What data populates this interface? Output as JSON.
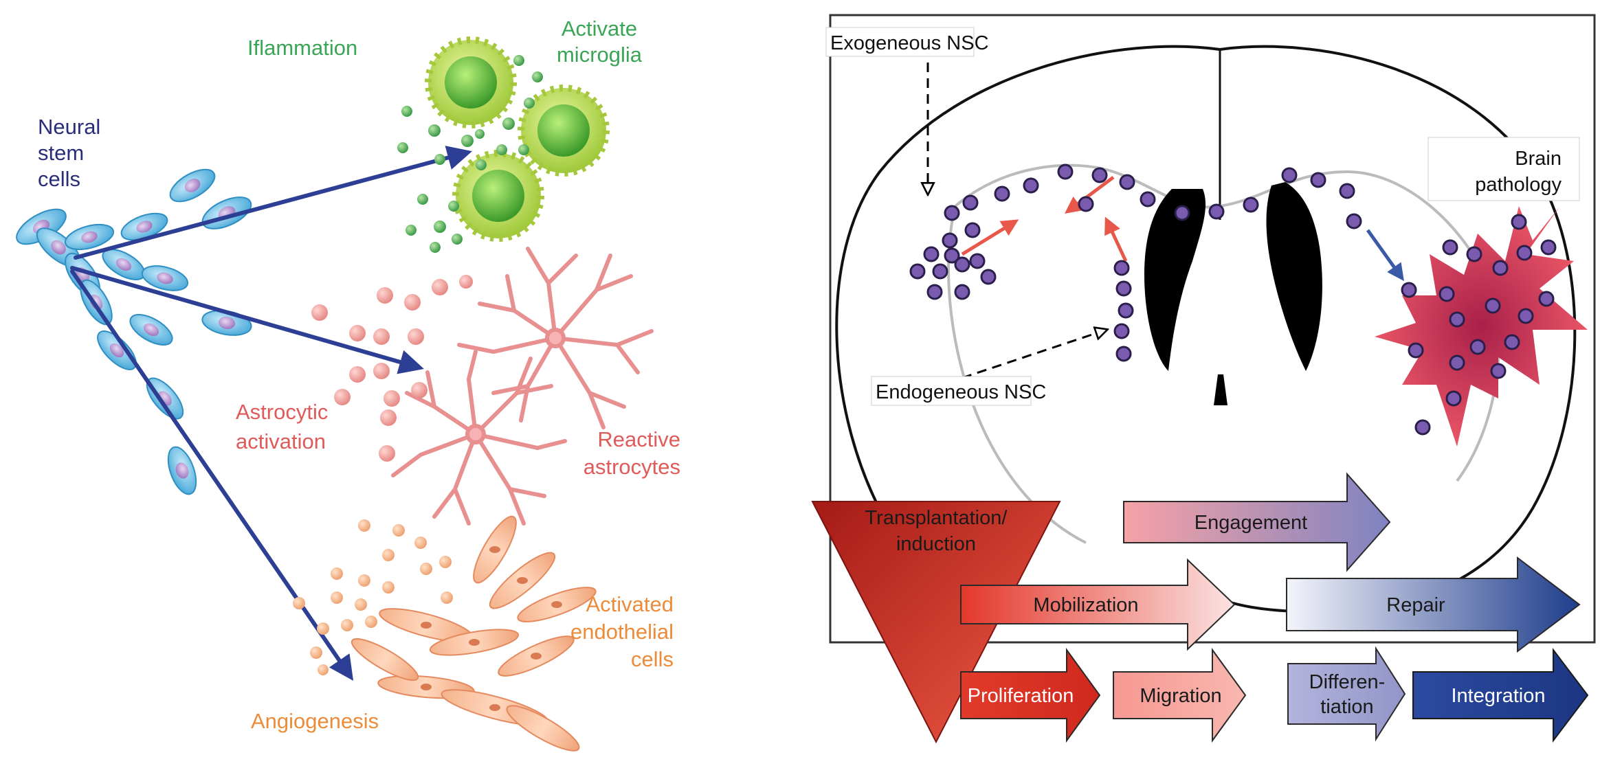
{
  "left_panel": {
    "labels": {
      "inflammation": "Iflammation",
      "activate_microglia": [
        "Activate",
        "microglia"
      ],
      "neural_stem_cells": [
        "Neural",
        "stem",
        "cells"
      ],
      "astrocytic_activation": [
        "Astrocytic",
        "activation"
      ],
      "reactive_astrocytes": [
        "Reactive",
        "astrocytes"
      ],
      "activated_endothelial": [
        "Activated",
        "endothelial",
        "cells"
      ],
      "angiogenesis": "Angiogenesis"
    },
    "colors": {
      "green": "#3aa655",
      "navy": "#2a2e7a",
      "red": "#e05a5a",
      "orange": "#ec8c3a",
      "arrow": "#2c3f94",
      "cell_blue": "#5fb6e3"
    }
  },
  "right_panel": {
    "labels": {
      "exogeneous_nsc": "Exogeneous NSC",
      "endogeneous_nsc": "Endogeneous NSC",
      "brain_pathology": [
        "Brain",
        "pathology"
      ]
    },
    "steps": {
      "transplantation": [
        "Transplantation/",
        "induction"
      ],
      "engagement": "Engagement",
      "mobilization": "Mobilization",
      "repair": "Repair",
      "proliferation": "Proliferation",
      "migration": "Migration",
      "differentiation": [
        "Differen-",
        "tiation"
      ],
      "integration": "Integration"
    },
    "colors": {
      "nsc_dot": "#7a5bb0",
      "red_arrow": "#e8584a",
      "blue_arrow": "#3a5aa8",
      "pathology": "#d8324e",
      "dark_red": "#c0281e",
      "dark_blue": "#1f3d8c"
    }
  }
}
